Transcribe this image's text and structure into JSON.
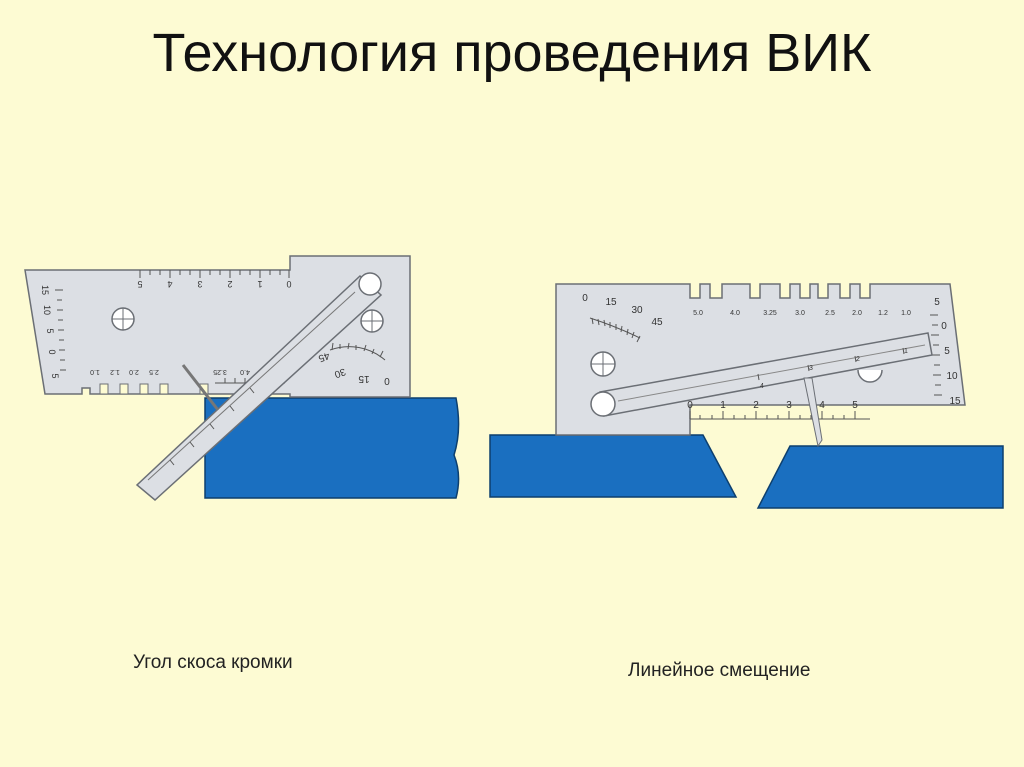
{
  "slide": {
    "title": "Технология проведения ВИК"
  },
  "left_figure": {
    "caption": "Угол скоса кромки",
    "top_scale": [
      "0",
      "1",
      "2",
      "3",
      "4",
      "5"
    ],
    "side_scale": [
      "15",
      "10",
      "5",
      "0",
      "5"
    ],
    "bottom_scale": [
      "1.0",
      "1.2",
      "2.0",
      "2.5",
      "3.25",
      "4.0"
    ],
    "angle_scale": [
      "45",
      "30",
      "15",
      "0"
    ]
  },
  "right_figure": {
    "caption": "Линейное смещение",
    "angle_scale": [
      "0",
      "15",
      "30",
      "45"
    ],
    "top_scale": [
      "5.0",
      "4.0",
      "3.25",
      "3.0",
      "2.5",
      "2.0",
      "1.2",
      "1.0"
    ],
    "bottom_scale": [
      "0",
      "1",
      "2",
      "3",
      "4",
      "5"
    ],
    "side_scale": [
      "5",
      "0",
      "5",
      "10",
      "15"
    ],
    "slider_scale": [
      "4",
      "3",
      "2",
      "1"
    ]
  },
  "colors": {
    "background": "#fdfbd3",
    "plate": "#1a6fc0",
    "gauge": "#dcdfe4",
    "gauge_outline": "#6b6f75"
  }
}
